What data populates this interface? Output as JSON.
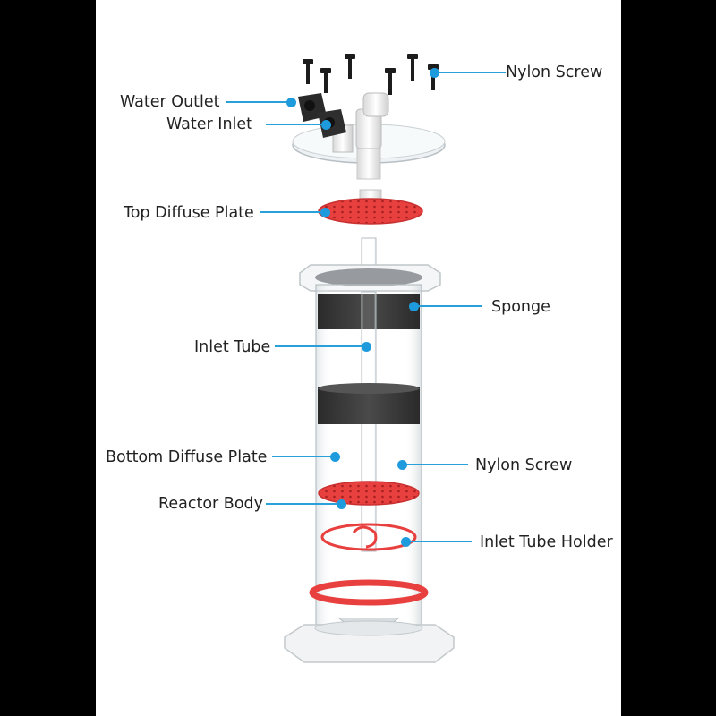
{
  "labels": {
    "nylon_screw_top": "Nylon Screw",
    "water_outlet": "Water Outlet",
    "water_inlet": "Water Inlet",
    "top_diffuse_plate": "Top Diffuse Plate",
    "sponge": "Sponge",
    "inlet_tube": "Inlet Tube",
    "bottom_diffuse_plate": "Bottom Diffuse Plate",
    "nylon_screw_side": "Nylon Screw",
    "reactor_body": "Reactor Body",
    "inlet_tube_holder": "Inlet Tube Holder"
  },
  "colors": {
    "callout": "#1e9bdc",
    "diffuse_plate": "#e8403f",
    "sponge": "#3c3c3c",
    "background_frame": "#000000"
  }
}
